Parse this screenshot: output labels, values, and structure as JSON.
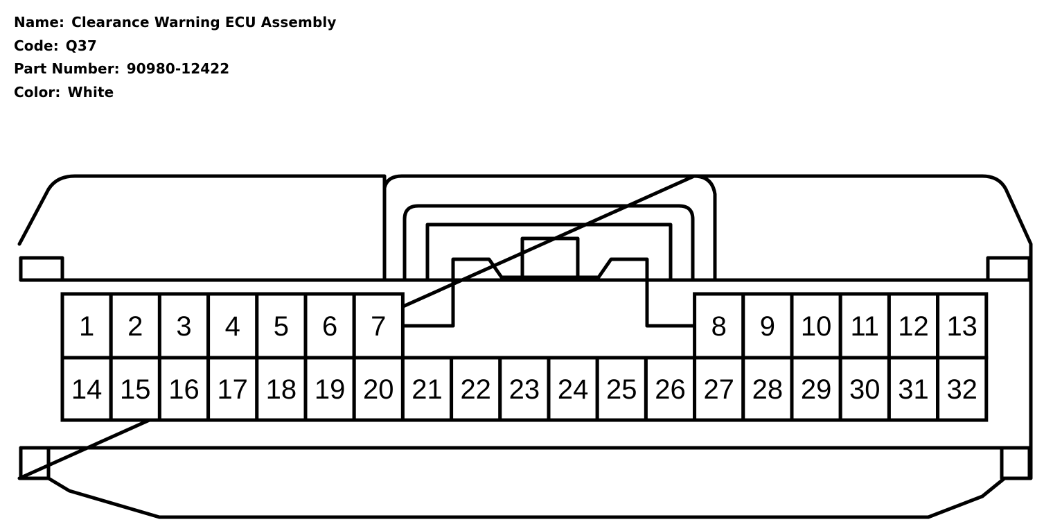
{
  "header": {
    "name_label": "Name:",
    "name_value": "Clearance Warning ECU Assembly",
    "code_label": "Code:",
    "code_value": "Q37",
    "part_label": "Part Number:",
    "part_value": "90980-12422",
    "color_label": "Color:",
    "color_value": "White"
  },
  "connector": {
    "top_row_pins": [
      "1",
      "2",
      "3",
      "4",
      "5",
      "6",
      "7",
      "8",
      "9",
      "10",
      "11",
      "12",
      "13"
    ],
    "bottom_row_pins": [
      "14",
      "15",
      "16",
      "17",
      "18",
      "19",
      "20",
      "21",
      "22",
      "23",
      "24",
      "25",
      "26",
      "27",
      "28",
      "29",
      "30",
      "31",
      "32"
    ],
    "line_color": "#000000",
    "fill_color": "#ffffff"
  }
}
